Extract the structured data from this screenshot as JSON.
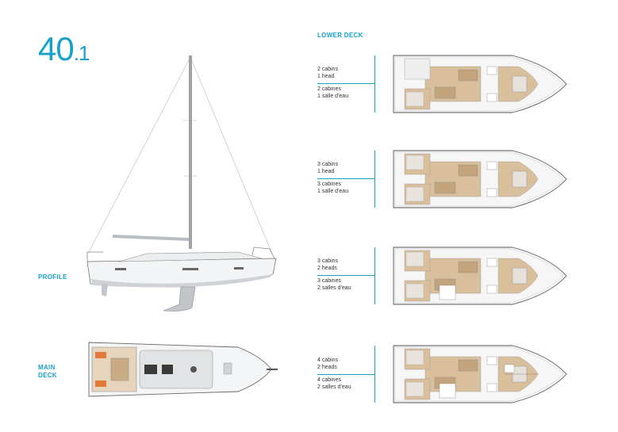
{
  "model": {
    "number": "40",
    "suffix": ".1"
  },
  "labels": {
    "lower_deck": "LOWER DECK",
    "profile": "PROFILE",
    "main_deck_1": "MAIN",
    "main_deck_2": "DECK"
  },
  "layouts": [
    {
      "en_1": "2 cabins",
      "en_2": "1 head",
      "fr_1": "2 cabines",
      "fr_2": "1 salle d'eau"
    },
    {
      "en_1": "3 cabins",
      "en_2": "1 head",
      "fr_1": "3 cabines",
      "fr_2": "1 salle d'eau"
    },
    {
      "en_1": "3 cabins",
      "en_2": "2 heads",
      "fr_1": "3 cabines",
      "fr_2": "2 salles d'eau"
    },
    {
      "en_1": "4 cabins",
      "en_2": "2 heads",
      "fr_1": "4 cabines",
      "fr_2": "2 salles d'eau"
    }
  ],
  "colors": {
    "accent": "#1aa1c8",
    "wood": "#d9bf9c",
    "hull_line": "#555555",
    "deck_grey": "#d8dadc",
    "cushion": "#e07b39"
  }
}
